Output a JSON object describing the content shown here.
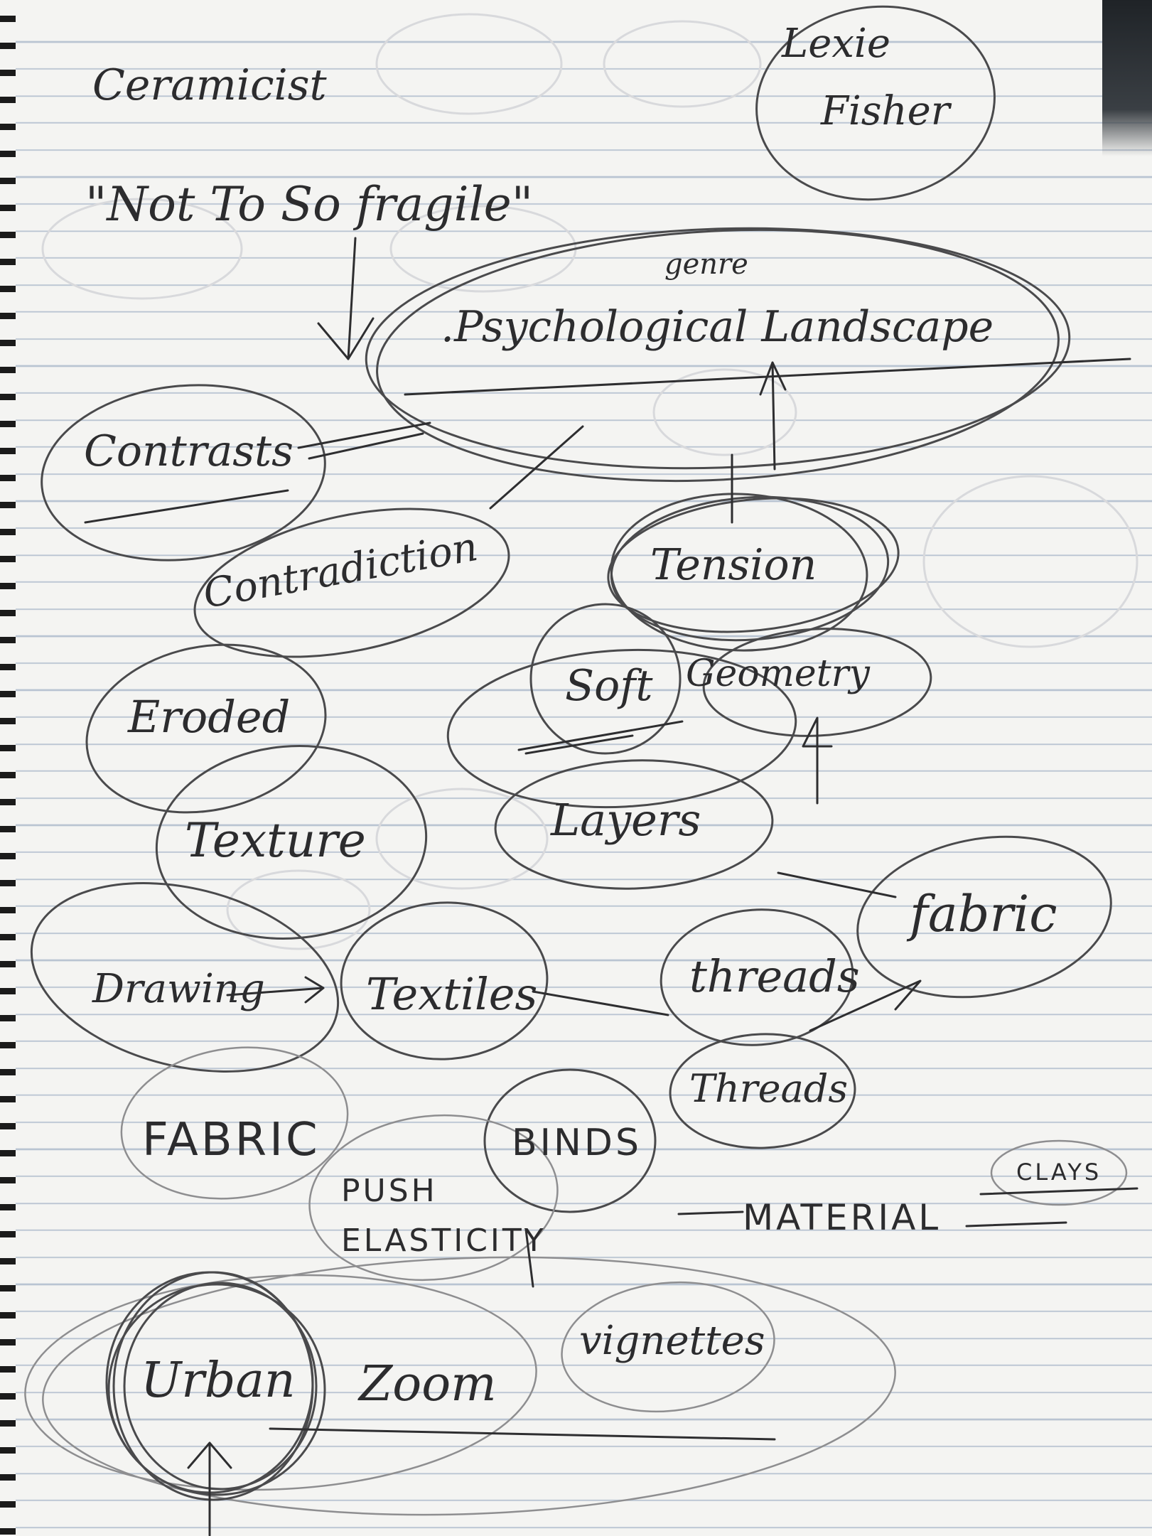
{
  "notes": {
    "heading": "Ceramicist",
    "quote": "\"Not To So fragile\"",
    "author": [
      "Lexie",
      "Fisher"
    ],
    "genre": "genre",
    "psychological_landscape": ".Psychological Landscape",
    "words": {
      "contrasts": "Contrasts",
      "contradiction": "Contradiction",
      "tension": "Tension",
      "soft": "Soft",
      "geometry": "Geometry",
      "eroded": "Eroded",
      "texture": "Texture",
      "layers": "Layers",
      "fabric": "fabric",
      "drawing": "Drawing",
      "textiles": "Textiles",
      "threads": "threads",
      "threads_2": "Threads",
      "fabric_caps": "FABRIC",
      "binds": "BINDS",
      "push": "PUSH",
      "elasticity": "ELASTICITY",
      "material": "MATERIAL",
      "clays": "CLAYS",
      "urban": "Urban",
      "zoom": "Zoom",
      "vignettes": "vignettes"
    }
  }
}
